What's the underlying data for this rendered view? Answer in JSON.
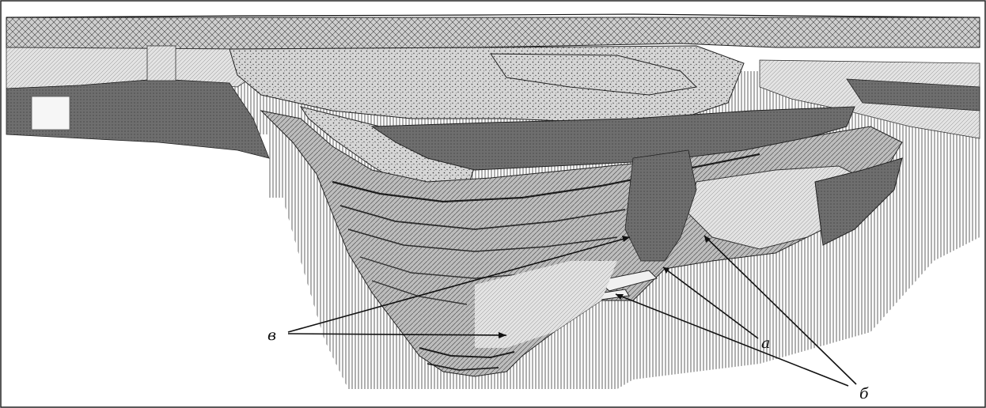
{
  "figure": {
    "labels": {
      "v": "в",
      "a": "а",
      "b": "б"
    },
    "colors": {
      "ink": "#1a1a1a",
      "paper": "#ffffff",
      "light": "#d9d9d9",
      "mid": "#a8a8a8",
      "dark": "#5a5a5a",
      "darkest": "#303030"
    }
  }
}
